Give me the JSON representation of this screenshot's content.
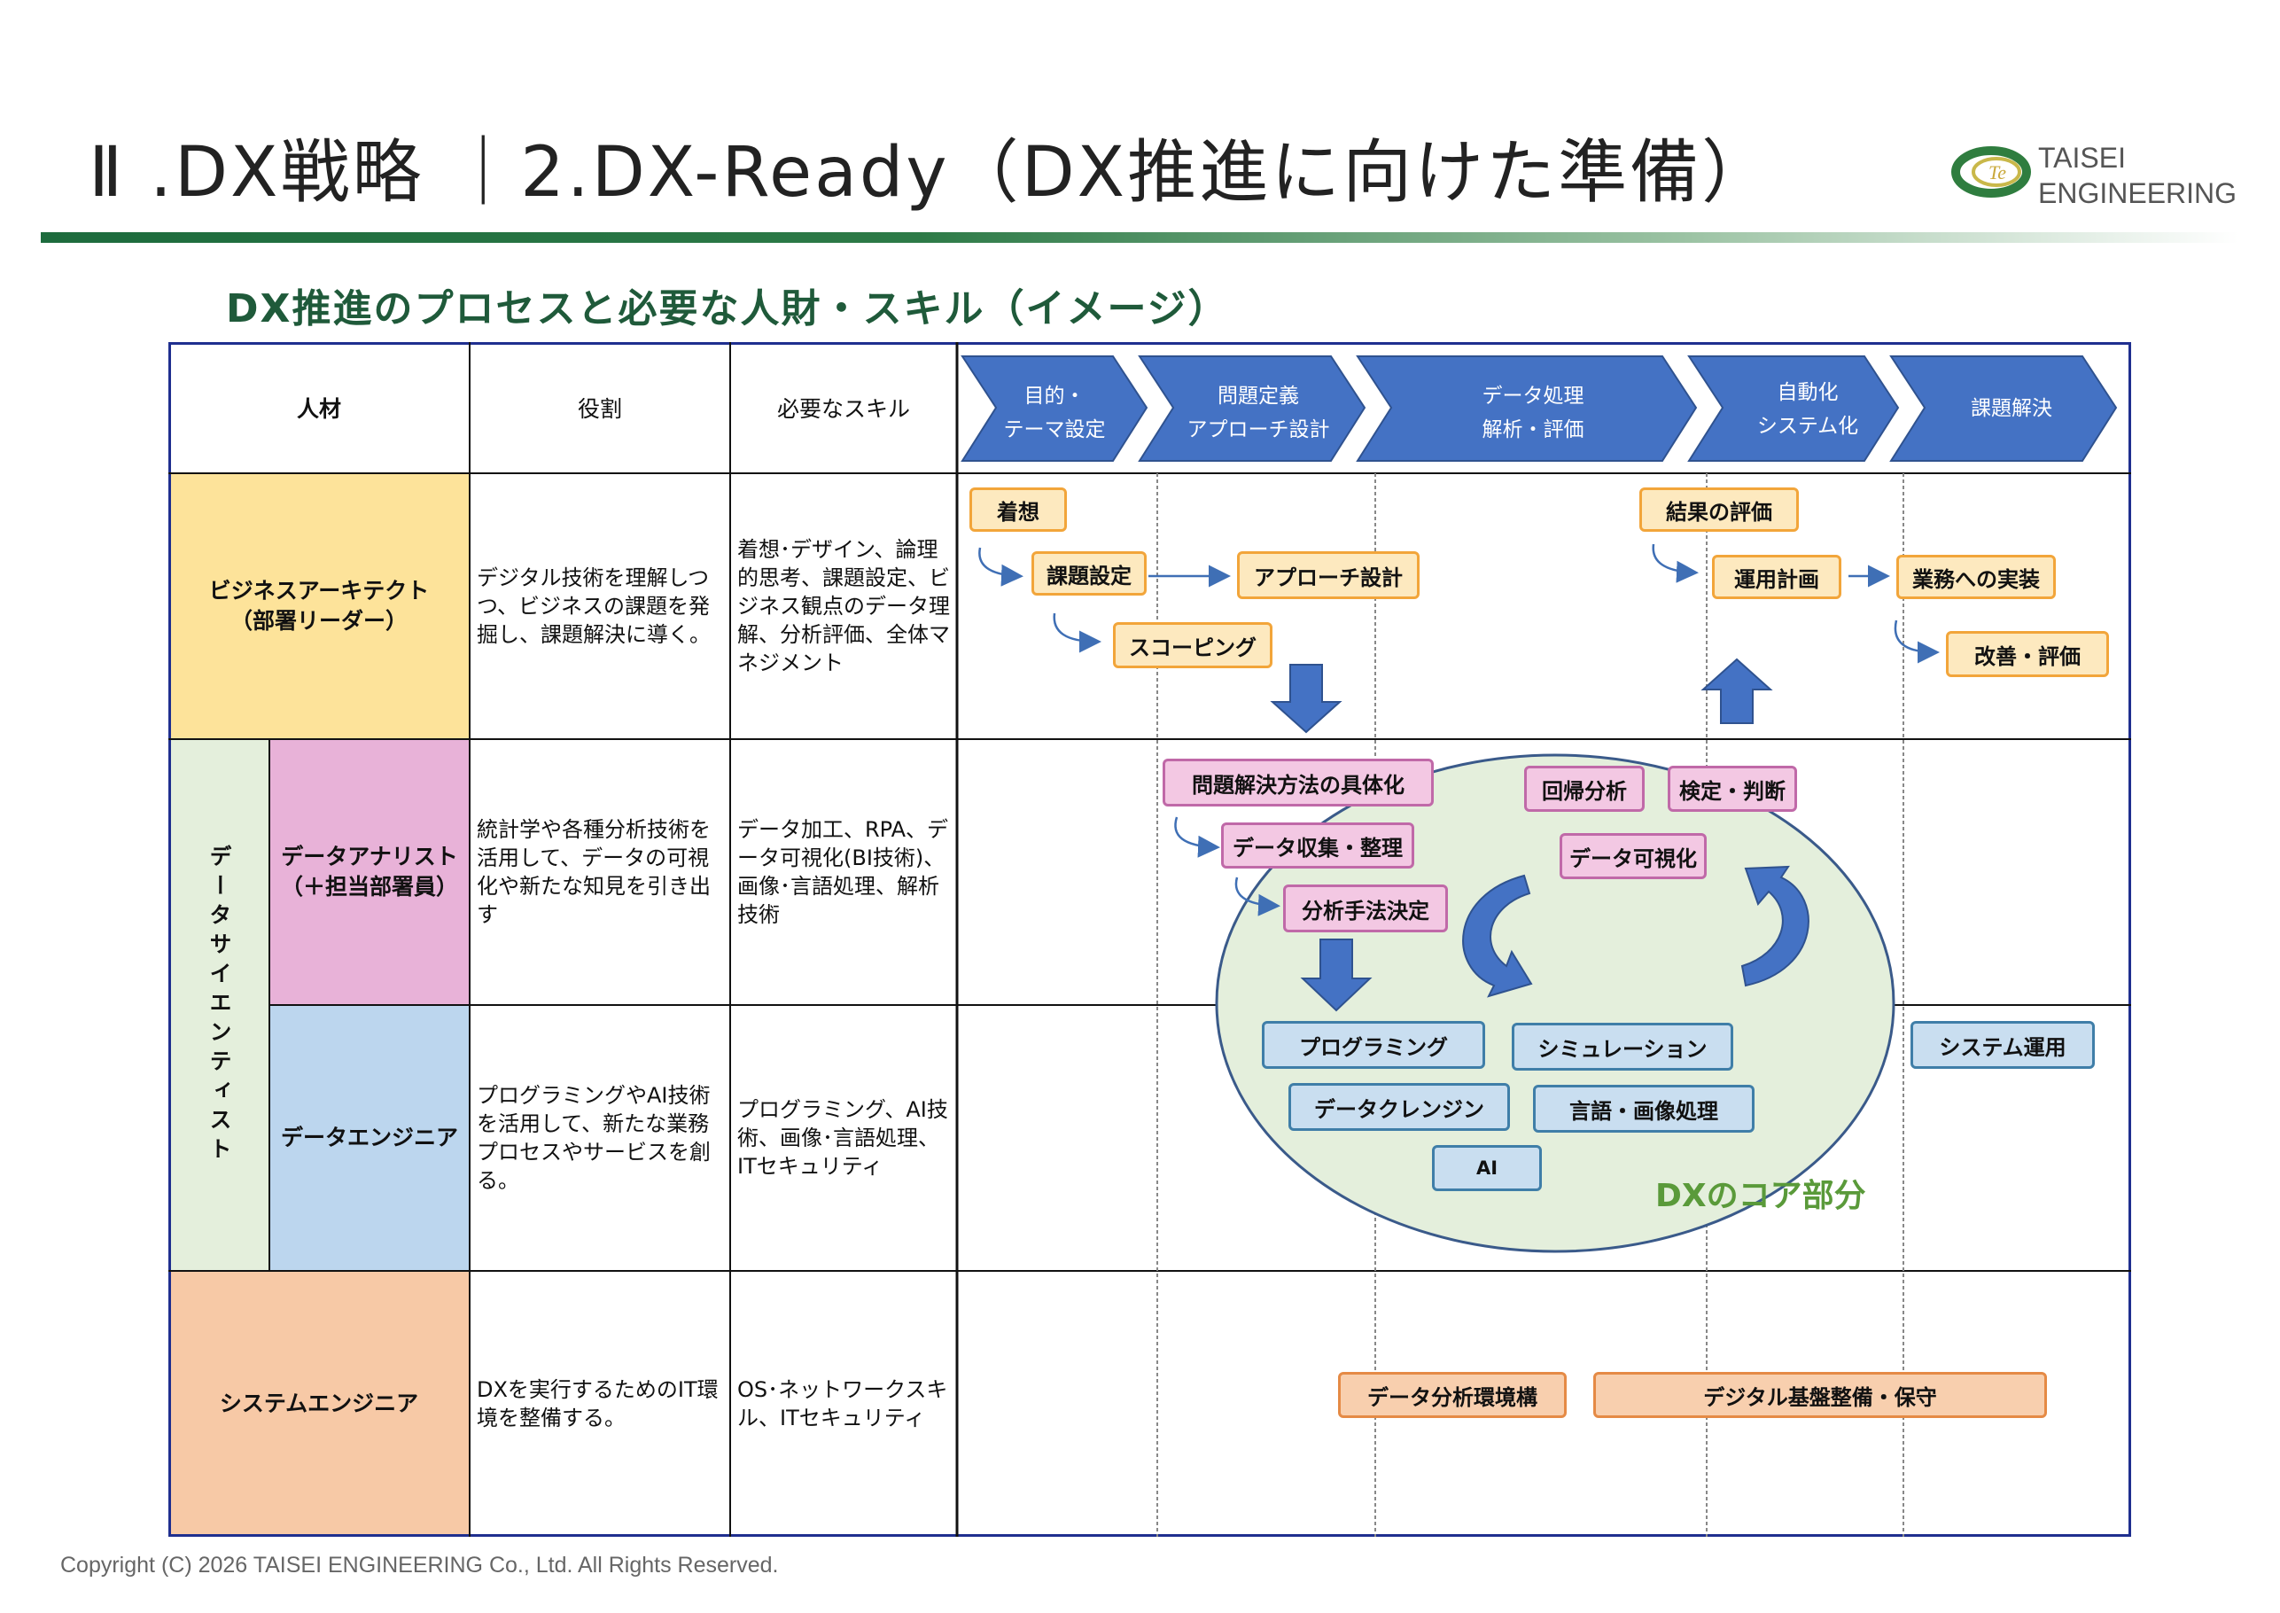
{
  "header": {
    "title": "Ⅱ .DX戦略 ｜2.DX-Ready（DX推進に向けた準備）",
    "logo_line1": "TAISEI",
    "logo_line2": "ENGINEERING"
  },
  "subtitle": "DX推進のプロセスと必要な人財・スキル（イメージ）",
  "table_header": {
    "talent": "人材",
    "role": "役割",
    "skills": "必要なスキル"
  },
  "process_steps": [
    {
      "line1": "目的・",
      "line2": "テーマ設定"
    },
    {
      "line1": "問題定義",
      "line2": "アプローチ設計"
    },
    {
      "line1": "データ処理",
      "line2": "解析・評価"
    },
    {
      "line1": "自動化",
      "line2": "システム化"
    },
    {
      "line1": "課題解決",
      "line2": ""
    }
  ],
  "rows": {
    "business_architect": {
      "name_line1": "ビジネスアーキテクト",
      "name_line2": "（部署リーダー）",
      "role": "デジタル技術を理解しつつ、ビジネスの課題を発掘し、課題解決に導く。",
      "skills": "着想･デザイン、論理的思考、課題設定、ビジネス観点のデータ理解、分析評価、全体マネジメント"
    },
    "data_scientist_group": "データサイエンティスト",
    "data_analyst": {
      "name_line1": "データアナリスト",
      "name_line2": "（＋担当部署員）",
      "role": "統計学や各種分析技術を活用して、データの可視化や新たな知見を引き出す",
      "skills": "データ加工、RPA、データ可視化(BI技術)、画像･言語処理、解析技術"
    },
    "data_engineer": {
      "name": "データエンジニア",
      "role": "プログラミングやAI技術を活用して、新たな業務プロセスやサービスを創る。",
      "skills": "プログラミング、AI技術、画像･言語処理、ITセキュリティ"
    },
    "system_engineer": {
      "name": "システムエンジニア",
      "role": "DXを実行するためのIT環境を整備する。",
      "skills": "OS･ネットワークスキル、ITセキュリティ"
    }
  },
  "activities": {
    "chakuso": "着想",
    "kadai_settei": "課題設定",
    "approach_sekkei": "アプローチ設計",
    "scoping": "スコーピング",
    "kekka_hyoka": "結果の評価",
    "unyo_keikaku": "運用計画",
    "gyomu_jisso": "業務への実装",
    "kaizen_hyoka": "改善・評価",
    "mondai_gutaika": "問題解決方法の具体化",
    "data_shushu": "データ収集・整理",
    "bunseki_kettei": "分析手法決定",
    "kaiki_bunseki": "回帰分析",
    "kentei_handan": "検定・判断",
    "data_kashika": "データ可視化",
    "programming": "プログラミング",
    "simulation": "シミュレーション",
    "system_unyo": "システム運用",
    "data_cleansing": "データクレンジン",
    "gengo_gazo": "言語・画像処理",
    "ai": "AI",
    "core_label": "DXのコア部分",
    "data_bunseki_kankyo": "データ分析環境構",
    "digital_kiban": "デジタル基盤整備・保守"
  },
  "colors": {
    "accent_green": "#1f5a3a",
    "business": "#fde39a",
    "data_scientist": "#e4efdc",
    "analyst": "#e8b2d8",
    "engineer": "#bcd6ee",
    "system": "#f7c9a6",
    "chevron": "#4472c4",
    "border": "#1f2f8f"
  },
  "footer": {
    "copyright": "Copyright (C) 2026 TAISEI ENGINEERING Co., Ltd. All Rights Reserved."
  }
}
